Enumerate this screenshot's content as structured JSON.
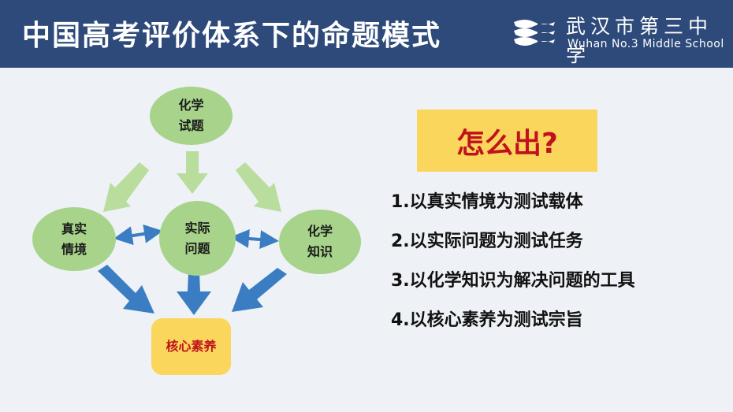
{
  "header": {
    "title": "中国高考评价体系下的命题模式",
    "school_name_cn": "武汉市第三中学",
    "school_name_en": "Wuhan No.3 Middle School",
    "logo_icon": "school-logo-wave-icon"
  },
  "diagram": {
    "nodes": {
      "top": "化学\n试题",
      "left": "真实\n情境",
      "center": "实际\n问题",
      "right": "化学\n知识",
      "core": "核心素养"
    },
    "colors": {
      "node_fill": "#a7d38a",
      "core_fill": "#fbd65c",
      "core_text": "#c0121e",
      "green_arrow": "#b9dd9c",
      "blue_arrow": "#3b7dc3"
    }
  },
  "side": {
    "question": "怎么出?",
    "points": [
      "1.以真实情境为测试载体",
      "2.以实际问题为测试任务",
      "3.以化学知识为解决问题的工具",
      "4.以核心素养为测试宗旨"
    ]
  },
  "colors": {
    "header_bg": "#2e4a7a",
    "background": "#eef1f5",
    "highlight": "#fbd65c",
    "accent_red": "#c0121e"
  }
}
